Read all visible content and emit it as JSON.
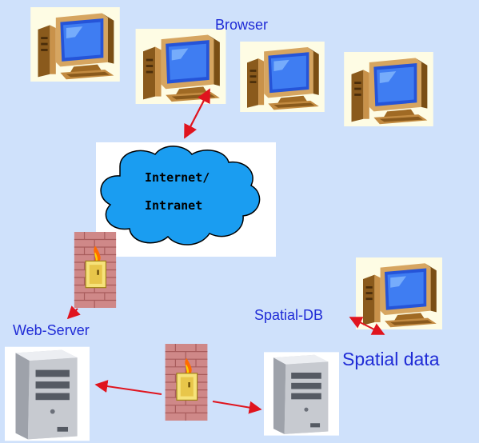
{
  "labels": {
    "browser": "Browser",
    "cloud_line1": "Internet/",
    "cloud_line2": "Intranet",
    "web_server": "Web-Server",
    "spatial_db": "Spatial-DB",
    "spatial_data": "Spatial data"
  },
  "icons": {
    "desktop": "desktop-computer-icon",
    "firewall": "firewall-icon",
    "server": "server-tower-icon",
    "cloud": "cloud-icon"
  },
  "colors": {
    "background": "#cfe1fb",
    "label_text": "#1f2bd6",
    "arrow": "#e0141e",
    "cloud_fill": "#1a9df1"
  }
}
